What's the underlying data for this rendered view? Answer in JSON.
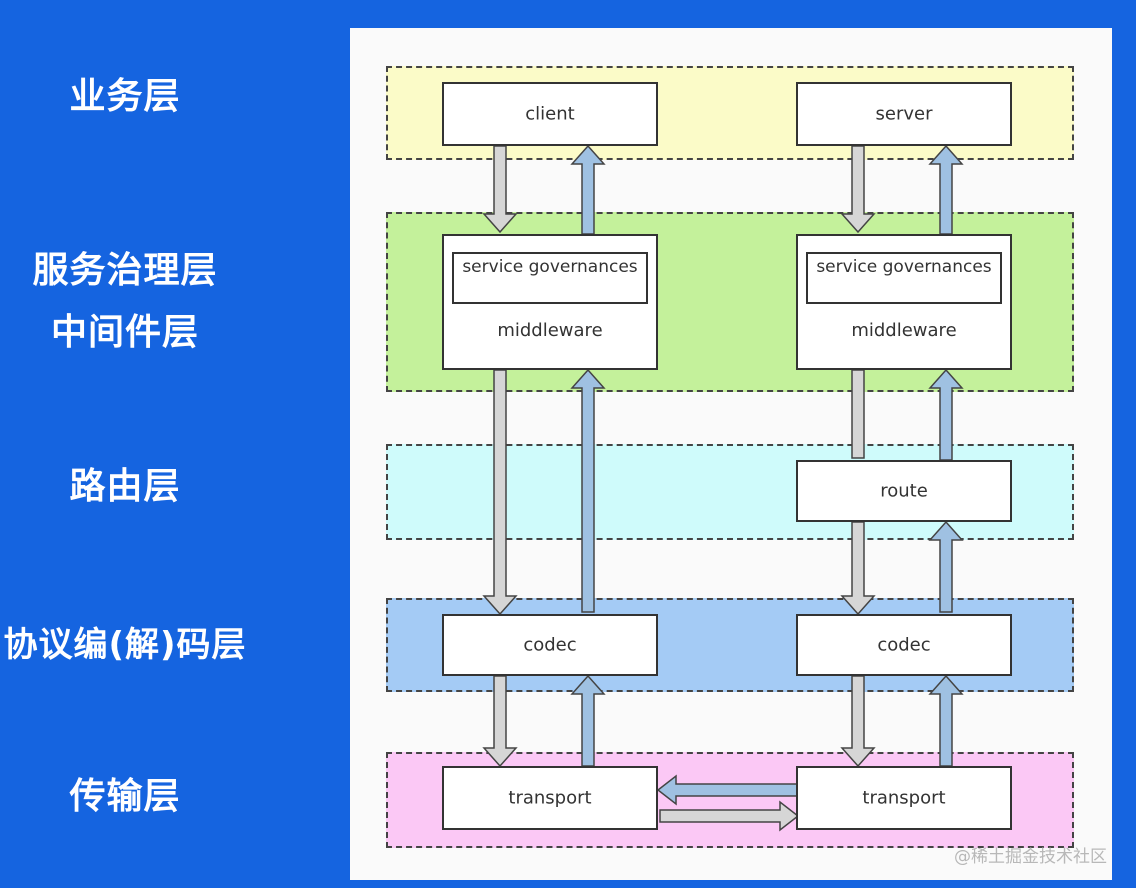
{
  "layers": [
    {
      "label": "业务层",
      "color": "#fbfbc8"
    },
    {
      "label_line1": "服务治理层",
      "label_line2": "中间件层",
      "color": "#c4f19b"
    },
    {
      "label": "路由层",
      "color": "#cffbfb"
    },
    {
      "label": "协议编(解)码层",
      "color": "#a4cbf5"
    },
    {
      "label": "传输层",
      "color": "#fbc8f5"
    }
  ],
  "client_side": {
    "client": "client",
    "service_governances": "service governances",
    "middleware": "middleware",
    "codec": "codec",
    "transport": "transport"
  },
  "server_side": {
    "server": "server",
    "service_governances": "service governances",
    "middleware": "middleware",
    "route": "route",
    "codec": "codec",
    "transport": "transport"
  },
  "colors": {
    "background": "#1564e0",
    "down_arrow": "#d6d6d6",
    "up_arrow": "#9fc1e2"
  },
  "watermark": "@稀土掘金技术社区"
}
